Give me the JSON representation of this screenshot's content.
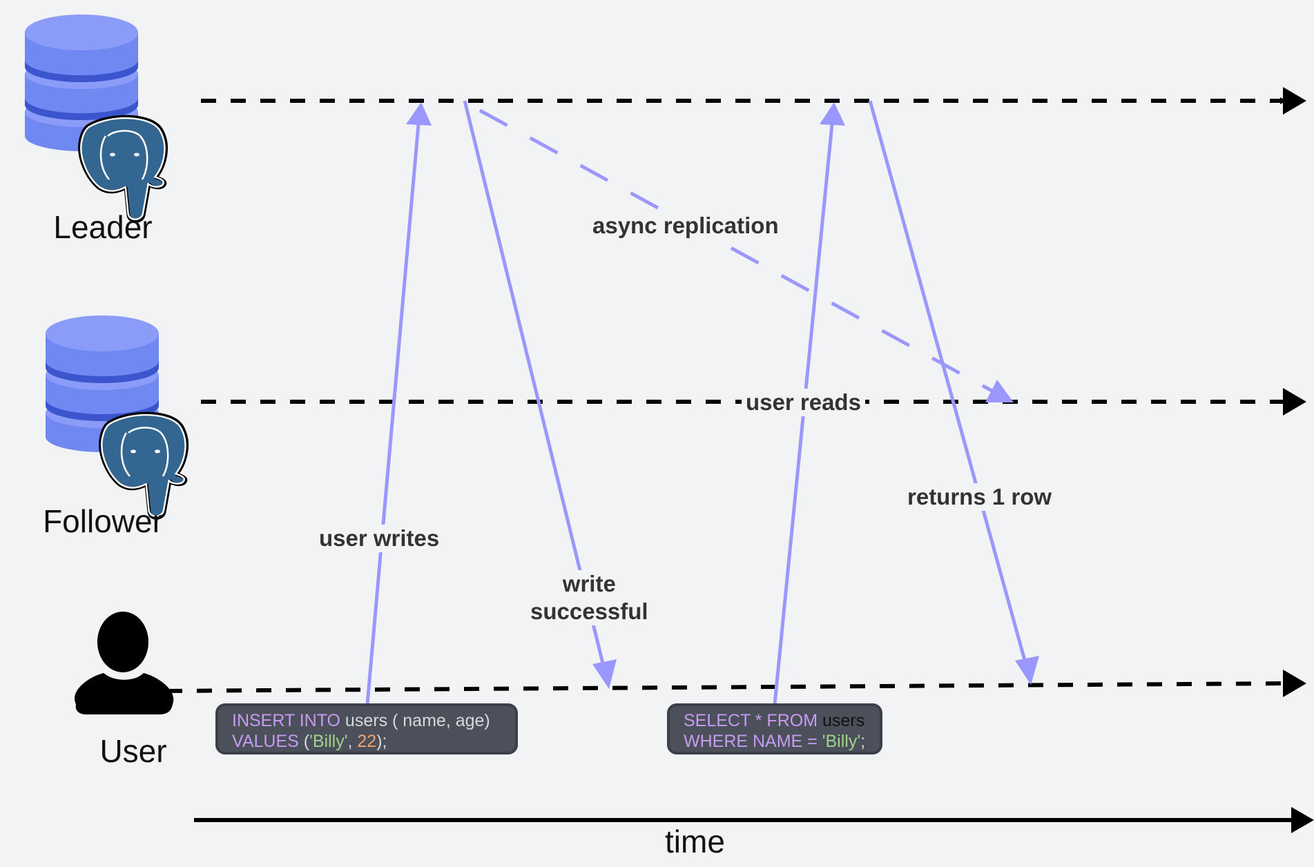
{
  "nodes": {
    "leader": {
      "label": "Leader",
      "icon": "database-postgres-icon"
    },
    "follower": {
      "label": "Follower",
      "icon": "database-postgres-icon"
    },
    "user": {
      "label": "User",
      "icon": "user-icon"
    }
  },
  "edges": {
    "user_writes": {
      "label": "user writes"
    },
    "write_successful": {
      "label_line1": "write",
      "label_line2": "successful"
    },
    "async_replication": {
      "label": "async replication"
    },
    "user_reads": {
      "label": "user reads"
    },
    "returns_row": {
      "label": "returns 1 row"
    }
  },
  "queries": {
    "insert": {
      "line1_kw": "INSERT INTO",
      "line1_rest": " users ( name, age)",
      "line2_kw": "VALUES",
      "line2_open": " (",
      "line2_str": "'Billy'",
      "line2_sep": ", ",
      "line2_num": "22",
      "line2_close": ");"
    },
    "select": {
      "line1_kw": "SELECT * FROM",
      "line1_table": " users",
      "line2_kw": "WHERE NAME =",
      "line2_str": " 'Billy'",
      "line2_end": ";"
    }
  },
  "axis": {
    "label": "time"
  },
  "colors": {
    "arrow": "#9a98ff",
    "timeline": "#000000",
    "background": "#f2f3f5",
    "db_light": "#7d8ff7",
    "db_dark": "#3b55cf",
    "elephant": "#336791"
  }
}
